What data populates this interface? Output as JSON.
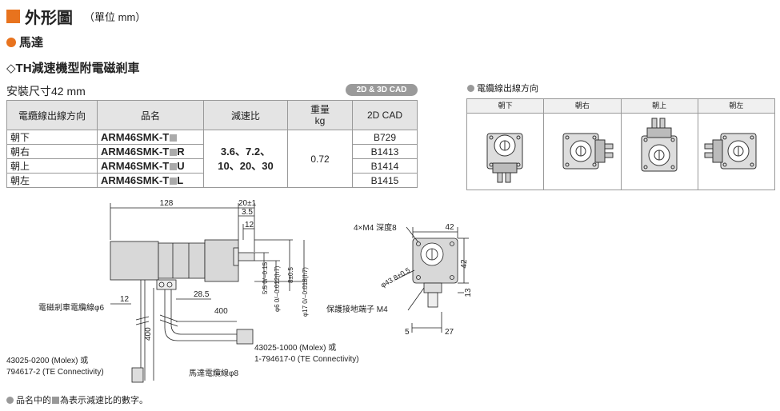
{
  "header": {
    "title": "外形圖",
    "unit": "（單位 mm）",
    "section": "馬達",
    "model_type": "◇TH減速機型附電磁剎車",
    "mounting": "安裝尺寸42 mm",
    "cad_badge": "2D & 3D CAD"
  },
  "table": {
    "headers": [
      "電纜線出線方向",
      "品名",
      "減速比",
      "重量\nkg",
      "2D CAD"
    ],
    "rows": [
      {
        "direction": "朝下",
        "product": "ARM46SMK-T",
        "suffix": "",
        "cad": "B729"
      },
      {
        "direction": "朝右",
        "product": "ARM46SMK-T",
        "suffix": "R",
        "cad": "B1413"
      },
      {
        "direction": "朝上",
        "product": "ARM46SMK-T",
        "suffix": "U",
        "cad": "B1414"
      },
      {
        "direction": "朝左",
        "product": "ARM46SMK-T",
        "suffix": "L",
        "cad": "B1415"
      }
    ],
    "ratio_line1": "3.6、7.2、",
    "ratio_line2": "10、20、30",
    "weight": "0.72"
  },
  "cable_direction": {
    "caption": "電纜線出線方向",
    "labels": [
      "朝下",
      "朝右",
      "朝上",
      "朝左"
    ]
  },
  "drawing": {
    "dim_128": "128",
    "dim_20": "20±1",
    "dim_3_5": "3.5",
    "dim_12_top": "12",
    "dim_5_5": "5.5 0/−0.15",
    "dim_6": "φ6 0/−0.012(h7)",
    "dim_8": "8±0.5",
    "dim_17": "φ17 0/−0.018(h7)",
    "dim_12_left": "12",
    "dim_28_5": "28.5",
    "dim_400_h": "400",
    "dim_400_v": "400",
    "brake_cable": "電磁剎車電纜線φ6",
    "conn1_line1": "43025-0200 (Molex) 或",
    "conn1_line2": "794617-2 (TE Connectivity)",
    "conn2_line1": "43025-1000 (Molex) 或",
    "conn2_line2": "1-794617-0 (TE Connectivity)",
    "motor_cable": "馬達電纜線φ8",
    "m4": "4×M4 深度8",
    "dim_42_top": "42",
    "dim_42_right": "42",
    "pcd": "φ43.8±0.5",
    "dim_13": "13",
    "ground": "保護接地端子 M4",
    "dim_5": "5",
    "dim_27": "27"
  },
  "footnote": {
    "before": "品名中的",
    "after": "為表示減速比的數字。"
  }
}
